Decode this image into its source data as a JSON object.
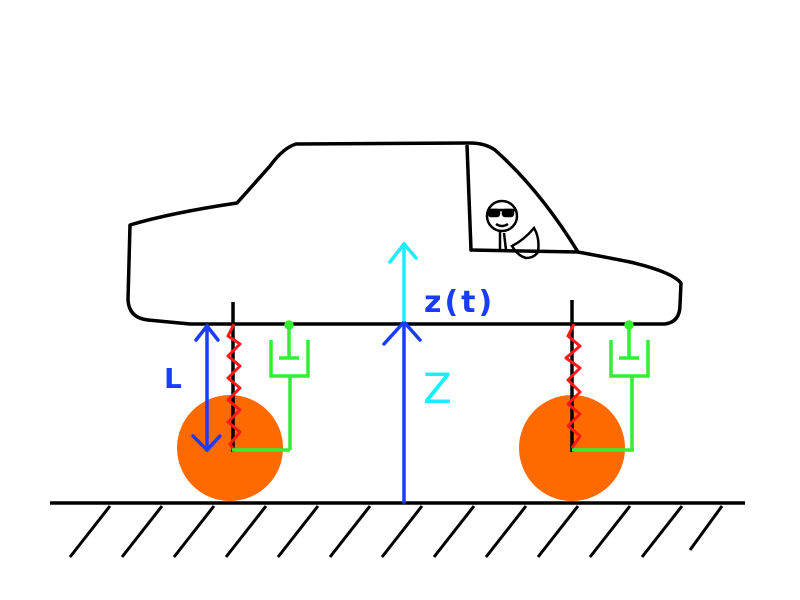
{
  "diagram": {
    "labels": {
      "z_t": "z(t)",
      "Z": "Z",
      "L": "L"
    },
    "colors": {
      "body_outline": "#000000",
      "spring": "#ff1a1a",
      "damper": "#33ee33",
      "wheel": "#ff6a00",
      "arrow_blue": "#1a3cff",
      "arrow_cyan": "#18f0ff",
      "ground": "#000000"
    }
  }
}
